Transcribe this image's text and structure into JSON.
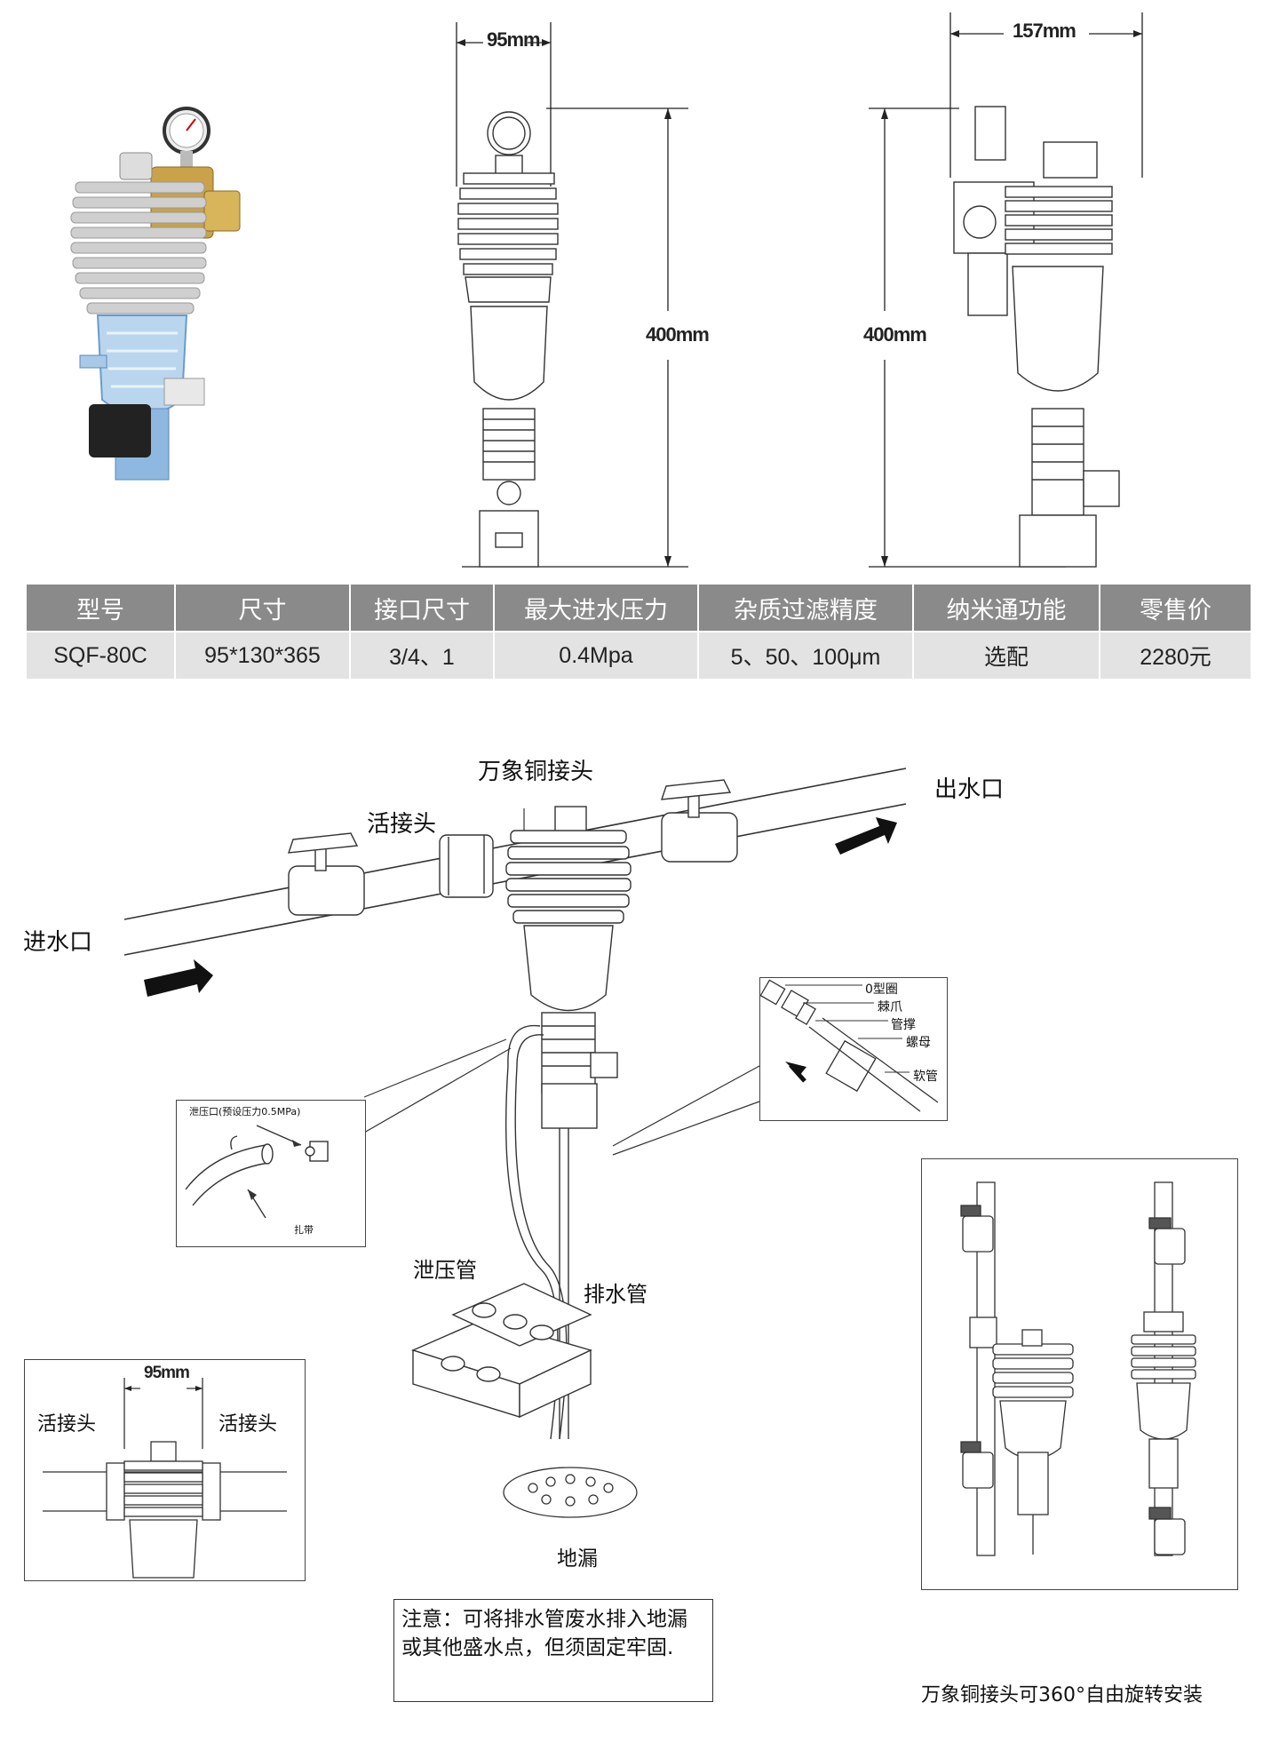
{
  "dimensions": {
    "front_width": "95mm",
    "side_width": "157mm",
    "front_height": "400mm",
    "side_height": "400mm"
  },
  "spec_table": {
    "headers": [
      "型号",
      "尺寸",
      "接口尺寸",
      "最大进水压力",
      "杂质过滤精度",
      "纳米通功能",
      "零售价"
    ],
    "row": [
      "SQF-80C",
      "95*130*365",
      "3/4、1",
      "0.4Mpa",
      "5、50、100μm",
      "选配",
      "2280元"
    ]
  },
  "install_diagram": {
    "universal_joint": "万象铜接头",
    "union_joint": "活接头",
    "outlet": "出水口",
    "inlet": "进水口",
    "relief_pipe": "泄压管",
    "drain_pipe": "排水管",
    "floor_drain": "地漏"
  },
  "relief_detail": {
    "title": "泄压口(预设压力0.5MPa)",
    "cable_tie": "扎带"
  },
  "hose_detail": {
    "o_ring": "0型圈",
    "barb": "棘爪",
    "pipe_support": "管撑",
    "nut": "螺母",
    "hose": "软管"
  },
  "union_detail": {
    "width": "95mm",
    "left_union": "活接头",
    "right_union": "活接头"
  },
  "note": "注意：可将排水管废水排入地漏或其他盛水点，但须固定牢固.",
  "rotation_caption": "万象铜接头可360°自由旋转安装",
  "colors": {
    "table_header_bg": "#8a8a8a",
    "table_row_bg": "#e3e3e3",
    "filter_housing_blue": "#9cc4e4",
    "brass": "#c9a24a"
  }
}
